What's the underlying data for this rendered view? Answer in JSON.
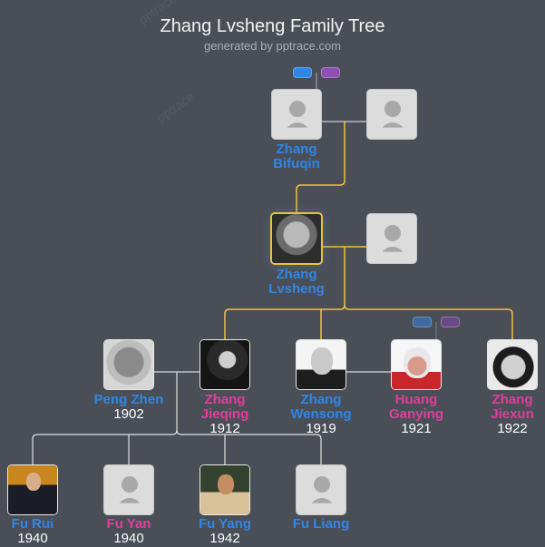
{
  "header": {
    "title": "Zhang Lvsheng Family Tree",
    "subtitle": "generated by pptrace.com",
    "watermark": "pptrace"
  },
  "colors": {
    "background": "#4a4f57",
    "male": "#2f86e6",
    "female": "#e23d9c",
    "bloodline": "#f0c040",
    "spouse_line": "#b8b8b8",
    "pill_male": "#2f86e6",
    "pill_female": "#8e4fb5"
  },
  "toggles": [
    {
      "name": "ancestor-expand-toggle",
      "male_color": "#2f86e6",
      "female_color": "#8e4fb5"
    },
    {
      "name": "huang-ganying-parents-toggle",
      "male_color": "#3d6aa0",
      "female_color": "#6a4a85"
    }
  ],
  "generations": [
    {
      "members": [
        {
          "id": "zhang-bifuqin",
          "name_line1": "Zhang",
          "name_line2": "Bifuqin",
          "year": "",
          "gender": "male",
          "photo": false
        },
        {
          "id": "bifuqin-spouse",
          "name_line1": "",
          "name_line2": "",
          "year": "",
          "gender": "female",
          "photo": false
        }
      ]
    },
    {
      "members": [
        {
          "id": "zhang-lvsheng",
          "name_line1": "Zhang",
          "name_line2": "Lvsheng",
          "year": "",
          "gender": "male",
          "photo": true,
          "selected": true
        },
        {
          "id": "lvsheng-spouse",
          "name_line1": "",
          "name_line2": "",
          "year": "",
          "gender": "female",
          "photo": false
        }
      ]
    },
    {
      "members": [
        {
          "id": "peng-zhen",
          "name_line1": "Peng Zhen",
          "name_line2": "",
          "year": "1902",
          "gender": "male",
          "photo": true
        },
        {
          "id": "zhang-jieqing",
          "name_line1": "Zhang",
          "name_line2": "Jieqing",
          "year": "1912",
          "gender": "female",
          "photo": true
        },
        {
          "id": "zhang-wensong",
          "name_line1": "Zhang",
          "name_line2": "Wensong",
          "year": "1919",
          "gender": "male",
          "photo": true
        },
        {
          "id": "huang-ganying",
          "name_line1": "Huang",
          "name_line2": "Ganying",
          "year": "1921",
          "gender": "female",
          "photo": true
        },
        {
          "id": "zhang-jiexun",
          "name_line1": "Zhang",
          "name_line2": "Jiexun",
          "year": "1922",
          "gender": "female",
          "photo": true
        }
      ]
    },
    {
      "members": [
        {
          "id": "fu-rui",
          "name_line1": "Fu Rui",
          "name_line2": "",
          "year": "1940",
          "gender": "male",
          "photo": true
        },
        {
          "id": "fu-yan",
          "name_line1": "Fu Yan",
          "name_line2": "",
          "year": "1940",
          "gender": "female",
          "photo": false
        },
        {
          "id": "fu-yang",
          "name_line1": "Fu Yang",
          "name_line2": "",
          "year": "1942",
          "gender": "male",
          "photo": true
        },
        {
          "id": "fu-liang",
          "name_line1": "Fu Liang",
          "name_line2": "",
          "year": "",
          "gender": "male",
          "photo": false
        }
      ]
    }
  ]
}
